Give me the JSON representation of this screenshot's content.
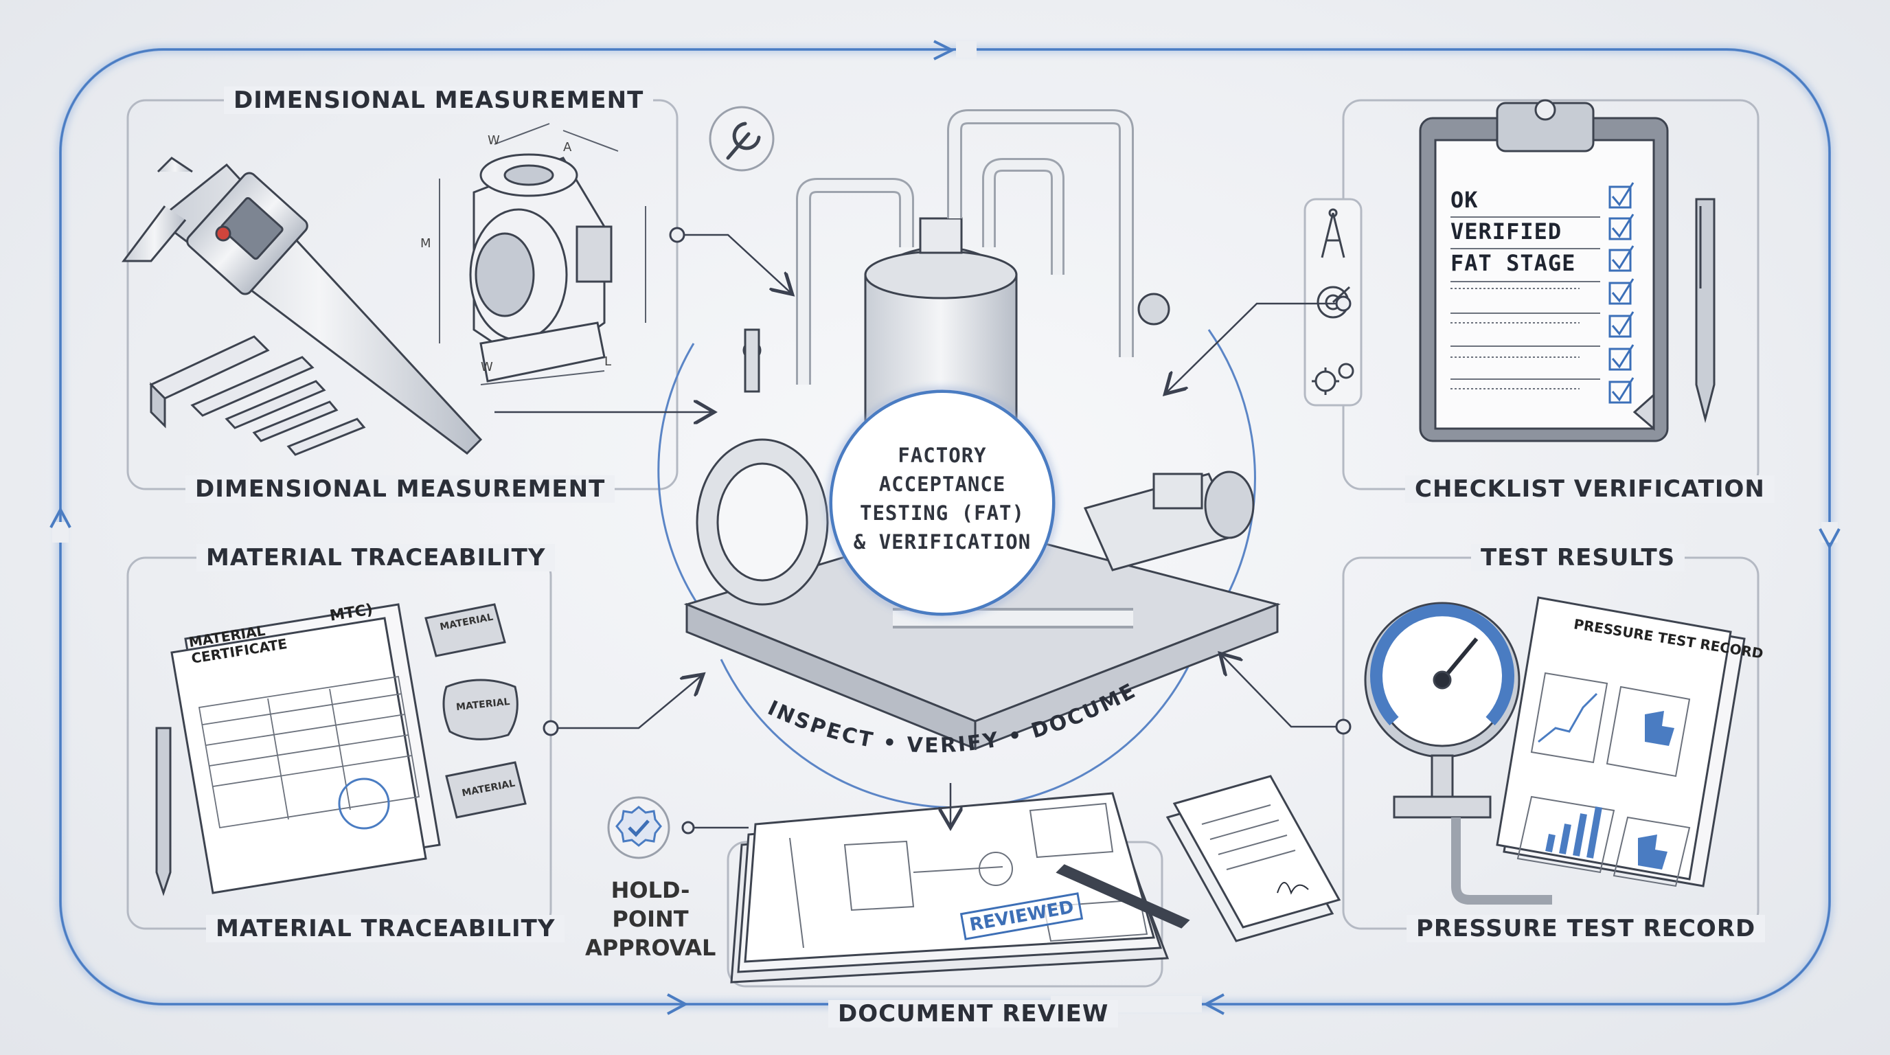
{
  "center": {
    "title_line1": "FACTORY",
    "title_line2": "ACCEPTANCE",
    "title_line3": "TESTING (FAT)",
    "title_line4": "& VERIFICATION",
    "arc_text": "INSPECT • VERIFY • DOCUMENT • APPROVE"
  },
  "panels": {
    "dimensional": {
      "top_label": "DIMENSIONAL MEASUREMENT",
      "bottom_label": "DIMENSIONAL MEASUREMENT"
    },
    "checklist": {
      "bottom_label": "CHECKLIST VERIFICATION",
      "items": [
        "OK",
        "VERIFIED",
        "FAT STAGE"
      ]
    },
    "material": {
      "top_label": "MATERIAL TRACEABILITY",
      "bottom_label": "MATERIAL TRACEABILITY",
      "cert_title_1": "MATERIAL",
      "cert_title_2": "CERTIFICATE",
      "cert_tag": "MTC)",
      "block_label": "MATERIAL"
    },
    "test": {
      "top_label": "TEST RESULTS",
      "bottom_label": "PRESSURE TEST RECORD",
      "record_title": "PRESSURE TEST RECORD"
    },
    "hold": {
      "label_1": "HOLD-POINT",
      "label_2": "APPROVAL"
    },
    "document": {
      "label": "DOCUMENT REVIEW",
      "stamp": "REVIEWED"
    }
  },
  "colors": {
    "accent": "#4a7cc2",
    "line": "#4b5260",
    "frame": "#b9bec8",
    "glow": "#7fa6dc"
  },
  "icons": [
    "wrench-icon",
    "compass-icon",
    "target-icon",
    "gears-icon",
    "approval-check-icon",
    "caliper-icon",
    "pressure-gauge-icon",
    "clipboard-icon",
    "pen-icon"
  ]
}
